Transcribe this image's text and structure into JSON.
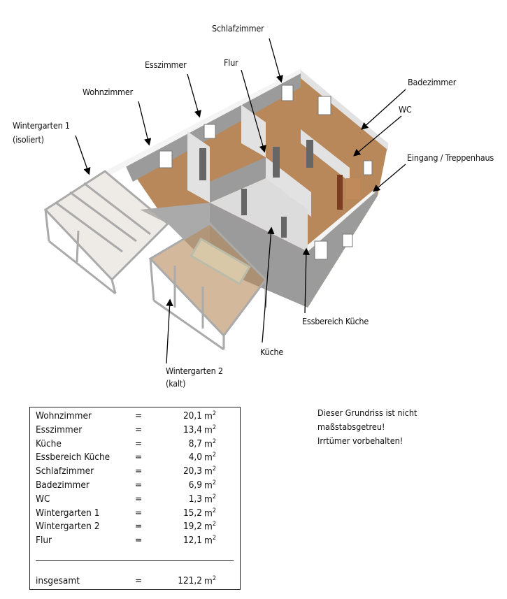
{
  "labels": {
    "schlafzimmer": "Schlafzimmer",
    "esszimmer": "Esszimmer",
    "flur": "Flur",
    "wohnzimmer": "Wohnzimmer",
    "wintergarten1": "Wintergarten 1",
    "wintergarten1_sub": "(isoliert)",
    "badezimmer": "Badezimmer",
    "wc": "WC",
    "eingang": "Eingang / Treppenhaus",
    "essbereich": "Essbereich Küche",
    "kueche": "Küche",
    "wintergarten2": "Wintergarten 2",
    "wintergarten2_sub": "(kalt)"
  },
  "areas": {
    "rows": [
      {
        "name": "Wohnzimmer",
        "eq": "=",
        "value": "20,1",
        "unit": "m",
        "exp": "2"
      },
      {
        "name": "Esszimmer",
        "eq": "=",
        "value": "13,4",
        "unit": "m",
        "exp": "2"
      },
      {
        "name": "Küche",
        "eq": "=",
        "value": "8,7",
        "unit": "m",
        "exp": "2"
      },
      {
        "name": "Essbereich Küche",
        "eq": "=",
        "value": "4,0",
        "unit": "m",
        "exp": "2"
      },
      {
        "name": "Schlafzimmer",
        "eq": "=",
        "value": "20,3",
        "unit": "m",
        "exp": "2"
      },
      {
        "name": "Badezimmer",
        "eq": "=",
        "value": "6,9",
        "unit": "m",
        "exp": "2"
      },
      {
        "name": "WC",
        "eq": "=",
        "value": "1,3",
        "unit": "m",
        "exp": "2"
      },
      {
        "name": "Wintergarten 1",
        "eq": "=",
        "value": "15,2",
        "unit": "m",
        "exp": "2"
      },
      {
        "name": "Wintergarten 2",
        "eq": "=",
        "value": "19,2",
        "unit": "m",
        "exp": "2"
      },
      {
        "name": "Flur",
        "eq": "=",
        "value": "12,1",
        "unit": "m",
        "exp": "2"
      }
    ],
    "total": {
      "name": "insgesamt",
      "eq": "=",
      "value": "121,2",
      "unit": "m",
      "exp": "2"
    }
  },
  "note": [
    "Dieser Grundriss ist nicht",
    "maßstabsgetreu!",
    "Irrtümer vorbehalten!"
  ],
  "colors": {
    "floor": "#b8885a",
    "wall_dark": "#9b9b9b",
    "wall_light": "#e2e2e2",
    "wall_top": "#f4f4f4"
  }
}
